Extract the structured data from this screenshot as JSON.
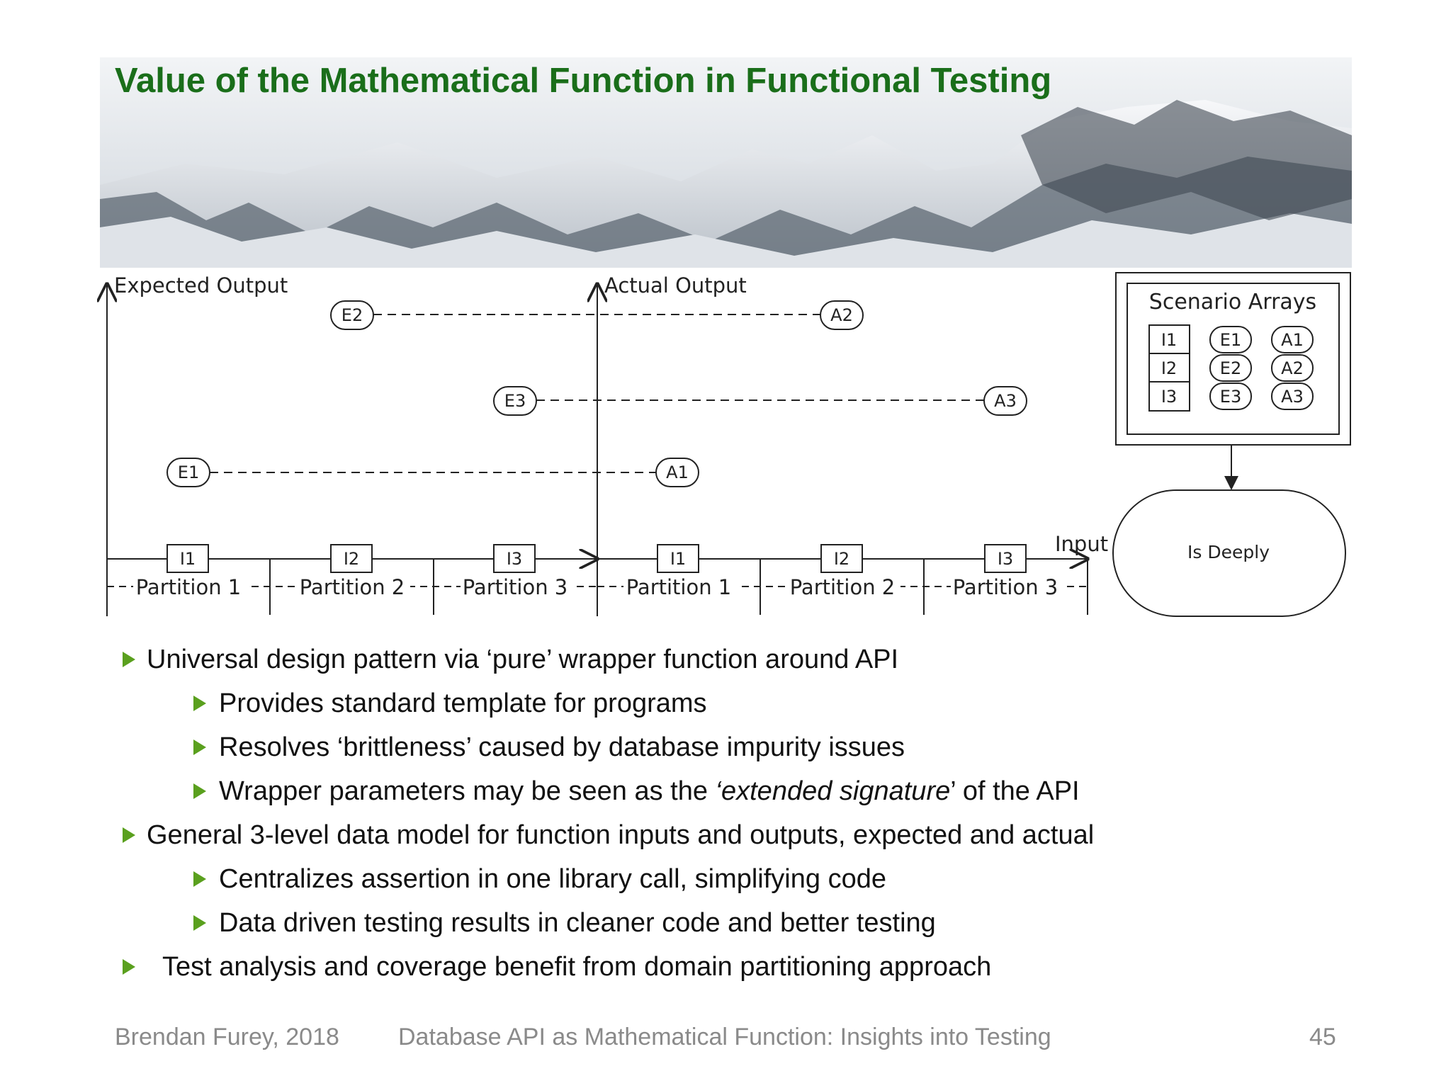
{
  "slide": {
    "title": "Value of the Mathematical Function in Functional Testing"
  },
  "diagram": {
    "expected_axis_label": "Expected Output",
    "actual_axis_label": "Actual Output",
    "input_label": "Input",
    "expected_nodes": [
      "E1",
      "E2",
      "E3"
    ],
    "actual_nodes": [
      "A1",
      "A2",
      "A3"
    ],
    "left_inputs": [
      "I1",
      "I2",
      "I3"
    ],
    "right_inputs": [
      "I1",
      "I2",
      "I3"
    ],
    "left_partitions": [
      "Partition 1",
      "Partition 2",
      "Partition 3"
    ],
    "right_partitions": [
      "Partition 1",
      "Partition 2",
      "Partition 3"
    ],
    "scenario_title": "Scenario Arrays",
    "scenario_rows": [
      {
        "input": "I1",
        "expected": "E1",
        "actual": "A1"
      },
      {
        "input": "I2",
        "expected": "E2",
        "actual": "A2"
      },
      {
        "input": "I3",
        "expected": "E3",
        "actual": "A3"
      }
    ],
    "terminal_label": "Is Deeply"
  },
  "bullets": [
    {
      "text_before": "Universal design pattern via ‘pure’ wrapper function around API",
      "italic": "",
      "text_after": ""
    },
    {
      "text_before": "Provides standard template for programs",
      "italic": "",
      "text_after": ""
    },
    {
      "text_before": "Resolves ‘brittleness’ caused by database impurity issues",
      "italic": "",
      "text_after": ""
    },
    {
      "text_before": "Wrapper parameters may be seen as the ",
      "italic": "‘extended signature",
      "text_after": "’ of the API"
    },
    {
      "text_before": "General 3-level data model for function inputs and outputs, expected and actual",
      "italic": "",
      "text_after": ""
    },
    {
      "text_before": "Centralizes assertion in one library call, simplifying code",
      "italic": "",
      "text_after": ""
    },
    {
      "text_before": "Data driven testing results in cleaner code and better testing",
      "italic": "",
      "text_after": ""
    },
    {
      "text_before": "Test analysis and coverage benefit from domain partitioning approach",
      "italic": "",
      "text_after": ""
    }
  ],
  "footer": {
    "author": "Brendan Furey, 2018",
    "talk": "Database API as Mathematical Function: Insights into Testing",
    "page": "45"
  },
  "colors": {
    "title": "#1a6e1a",
    "bullet_arrow": "#5aa01e",
    "footer_text": "#8a8a8a"
  }
}
